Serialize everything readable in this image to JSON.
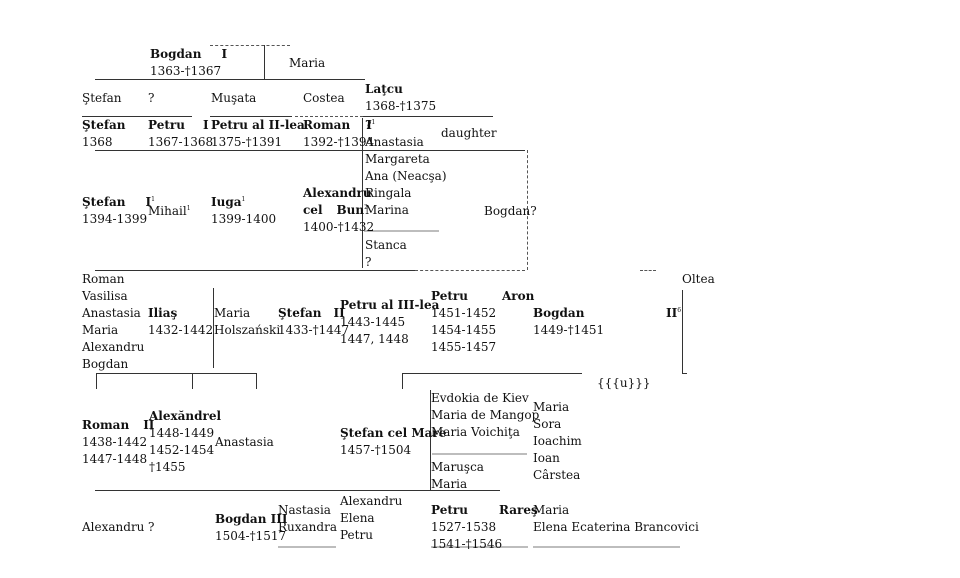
{
  "row1": {
    "bogdan_i": {
      "name": "Bogdan",
      "numeral": "I",
      "dates": "1363-†1367"
    },
    "maria": "Maria"
  },
  "row2": {
    "stefan": "Ştefan",
    "unknown": "?",
    "musata": "Muşata",
    "costea": "Costea",
    "latcu": {
      "name": "Laţcu",
      "dates": "1368-†1375"
    }
  },
  "row3": {
    "stefan": {
      "name": "Ştefan",
      "dates": "1368"
    },
    "petru_i": {
      "name": "Petru",
      "numeral": "I",
      "dates": "1367-1368"
    },
    "petru_ii": {
      "name": "Petru al II-lea",
      "dates": "1375-†1391"
    },
    "roman_i": {
      "name": "Roman",
      "numeral": "I",
      "dates": "1392-†1394"
    },
    "anastasia": {
      "q": "?",
      "sup": "1",
      "name": "Anastasia"
    },
    "daughter": "daughter"
  },
  "row4": {
    "stefan_i": {
      "name": "Ştefan",
      "numeral": "I",
      "sup": "1",
      "dates": "1394-1399"
    },
    "mihail": {
      "name": "Mihail",
      "sup": "1"
    },
    "iuga": {
      "name": "Iuga",
      "sup": "1",
      "dates": "1399-1400"
    },
    "alexandru": {
      "line1": "Alexandru",
      "line2a": "cel",
      "line2b": "Bun",
      "sup": "2",
      "dates": "1400-†1432"
    },
    "wives": [
      "Margareta",
      "Ana (Neacşa)",
      "Ringala",
      "Marina"
    ],
    "stanca": "Stanca",
    "stanca_q": "?",
    "bogdan": "Bogdan",
    "bogdan_q": "?"
  },
  "row5": {
    "children": [
      "Roman",
      "Vasilisa",
      "Anastasia",
      "Maria",
      "Alexandru",
      "Bogdan"
    ],
    "ilias": {
      "name": "Iliaş",
      "dates": "1432-1442"
    },
    "maria_h": {
      "line1": "Maria",
      "line2": "Holszański"
    },
    "stefan_ii": {
      "name": "Ştefan",
      "numeral": "II",
      "dates": "1433-†1447"
    },
    "petru_iii": {
      "name": "Petru al III-lea",
      "dates": [
        "1443-1445",
        "1447, 1448"
      ]
    },
    "petru_aron": {
      "name": "Petru",
      "name2": "Aron",
      "dates": [
        "1451-1452",
        "1454-1455",
        "1455-1457"
      ]
    },
    "bogdan_ii": {
      "name": "Bogdan",
      "numeral": "II",
      "sup": "6",
      "dates": "1449-†1451"
    },
    "oltea": "Oltea",
    "template_mark": "{{{u}}}"
  },
  "row6": {
    "roman_ii": {
      "name": "Roman",
      "numeral": "II",
      "dates": [
        "1438-1442",
        "1447-1448"
      ]
    },
    "alexandrel": {
      "name": "Alexăndrel",
      "dates": [
        "1448-1449",
        "1452-1454",
        "†1455"
      ]
    },
    "anastasia": "Anastasia",
    "stefan_mare": {
      "name": "Ştefan cel Mare",
      "dates": "1457-†1504"
    },
    "wives": [
      "Evdokia de Kiev",
      "Maria de Mangop",
      "Maria Voichiţa"
    ],
    "marusca": [
      "Maruşca",
      "Maria"
    ],
    "children": [
      "Maria",
      "Sora",
      "Ioachim",
      "Ioan",
      "Cârstea"
    ]
  },
  "row7": {
    "alexandru": "Alexandru",
    "unknown": "?",
    "bogdan_iii": {
      "name": "Bogdan III",
      "dates": "1504-†1517"
    },
    "nastasia": [
      "Nastasia",
      "Ruxandra"
    ],
    "alexandru_group": [
      "Alexandru",
      "Elena",
      "Petru"
    ],
    "petru_rares": {
      "name": "Petru",
      "name2": "Rareş",
      "dates": [
        "1527-1538",
        "1541-†1546"
      ]
    },
    "maria": "Maria",
    "elena": "Elena Ecaterina Brancovici"
  }
}
